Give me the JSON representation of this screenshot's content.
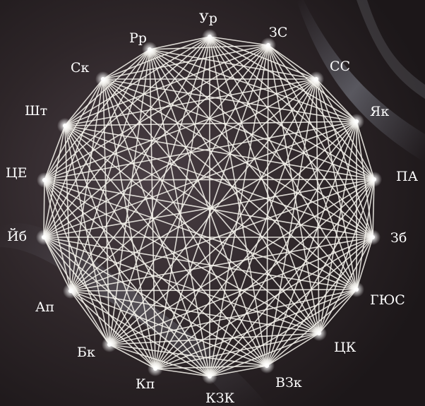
{
  "diagram": {
    "nodes": [
      {
        "id": "Ur",
        "label": "Ур"
      },
      {
        "id": "ZS",
        "label": "ЗС"
      },
      {
        "id": "SS",
        "label": "СС"
      },
      {
        "id": "Yak",
        "label": "Як"
      },
      {
        "id": "PA",
        "label": "ПА"
      },
      {
        "id": "Zb",
        "label": "Зб"
      },
      {
        "id": "GYuS",
        "label": "ГЮС"
      },
      {
        "id": "TsK",
        "label": "ЦК"
      },
      {
        "id": "VZk",
        "label": "ВЗк"
      },
      {
        "id": "KZK",
        "label": "КЗК"
      },
      {
        "id": "Kp",
        "label": "Кп"
      },
      {
        "id": "Bk",
        "label": "Бк"
      },
      {
        "id": "Ap",
        "label": "Ап"
      },
      {
        "id": "Yb",
        "label": "Йб"
      },
      {
        "id": "TsE",
        "label": "ЦЕ"
      },
      {
        "id": "Sht",
        "label": "Шт"
      },
      {
        "id": "Sk",
        "label": "Ск"
      },
      {
        "id": "Rr",
        "label": "Рр"
      }
    ],
    "edges": "complete graph: every node connected to every other node",
    "colors": {
      "line": "#f4f1ea",
      "label": "#ffffff",
      "background": "#2a2326"
    }
  }
}
